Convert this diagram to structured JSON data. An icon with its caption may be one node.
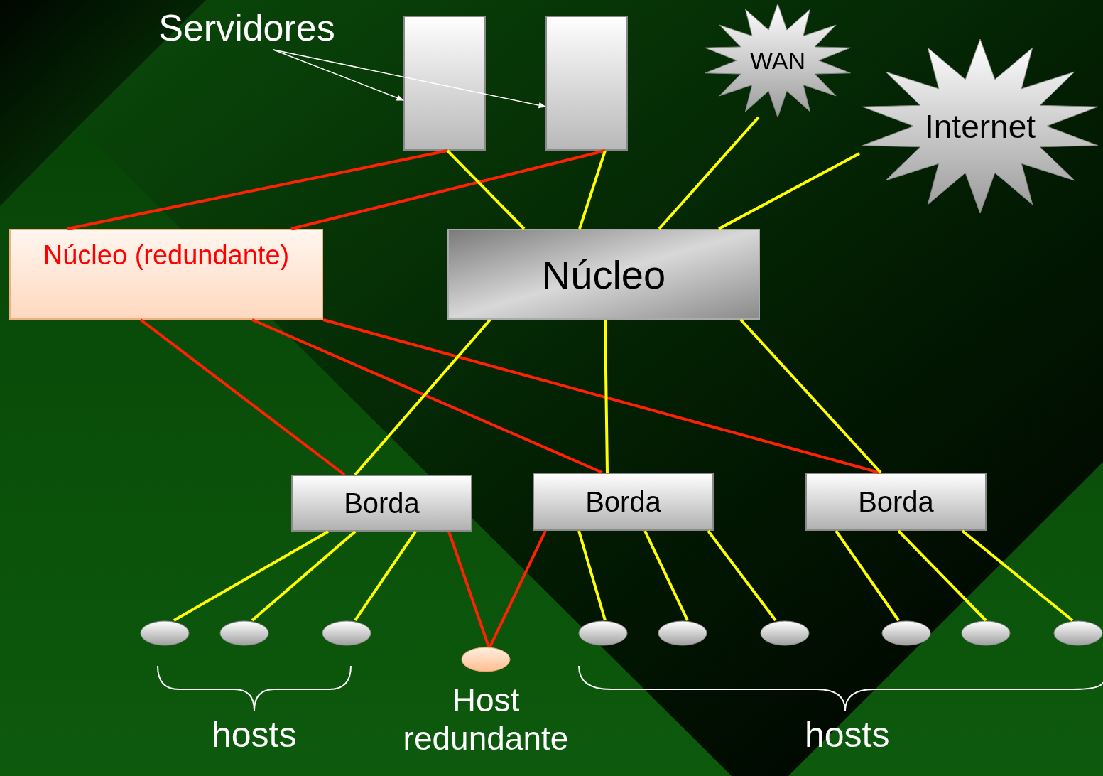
{
  "diagram": {
    "nodes": [
      {
        "text": [
          "Servidores"
        ]
      },
      {
        "text": [],
        "shape": "box"
      },
      {
        "text": [],
        "shape": "box"
      },
      {
        "text": [
          "WAN"
        ]
      },
      {
        "text": [
          "Internet"
        ]
      },
      {
        "text": [
          "Núcleo (redundante)"
        ]
      },
      {
        "text": [
          "Núcleo"
        ]
      },
      {
        "text": [
          "Borda"
        ]
      },
      {
        "text": [
          "Borda"
        ]
      },
      {
        "text": [
          "Borda"
        ]
      },
      {
        "text": [],
        "shape": "ellipse"
      },
      {
        "text": [],
        "shape": "ellipse"
      },
      {
        "text": [],
        "shape": "ellipse"
      },
      {
        "text": [],
        "shape": "ellipse",
        "beside": [
          "Host redundante"
        ]
      },
      {
        "text": [],
        "shape": "ellipse"
      },
      {
        "text": [],
        "shape": "ellipse"
      },
      {
        "text": [],
        "shape": "ellipse"
      },
      {
        "text": [],
        "shape": "ellipse"
      },
      {
        "text": [],
        "shape": "ellipse"
      },
      {
        "text": [],
        "shape": "ellipse"
      }
    ],
    "edges": [
      {
        "from": 0,
        "to": 1,
        "arrow": "to",
        "color": "#ffffff"
      },
      {
        "from": 0,
        "to": 2,
        "arrow": "to",
        "color": "#ffffff"
      },
      {
        "from": 1,
        "to": 5,
        "arrow": "none",
        "color": "#ff2200"
      },
      {
        "from": 2,
        "to": 5,
        "arrow": "none",
        "color": "#ff2200"
      },
      {
        "from": 1,
        "to": 6,
        "arrow": "none"
      },
      {
        "from": 2,
        "to": 6,
        "arrow": "none"
      },
      {
        "from": 3,
        "to": 6,
        "arrow": "none"
      },
      {
        "from": 4,
        "to": 6,
        "arrow": "none"
      },
      {
        "from": 5,
        "to": 7,
        "arrow": "none",
        "color": "#ff2200"
      },
      {
        "from": 5,
        "to": 8,
        "arrow": "none",
        "color": "#ff2200"
      },
      {
        "from": 5,
        "to": 9,
        "arrow": "none",
        "color": "#ff2200"
      },
      {
        "from": 6,
        "to": 7,
        "arrow": "none"
      },
      {
        "from": 6,
        "to": 8,
        "arrow": "none"
      },
      {
        "from": 6,
        "to": 9,
        "arrow": "none"
      },
      {
        "from": 7,
        "to": 10,
        "arrow": "none"
      },
      {
        "from": 7,
        "to": 11,
        "arrow": "none"
      },
      {
        "from": 7,
        "to": 12,
        "arrow": "none"
      },
      {
        "from": 7,
        "to": 13,
        "arrow": "none",
        "color": "#ff2200"
      },
      {
        "from": 8,
        "to": 13,
        "arrow": "none",
        "color": "#ff2200"
      },
      {
        "from": 8,
        "to": 14,
        "arrow": "none"
      },
      {
        "from": 8,
        "to": 15,
        "arrow": "none"
      },
      {
        "from": 8,
        "to": 16,
        "arrow": "none"
      },
      {
        "from": 9,
        "to": 17,
        "arrow": "none"
      },
      {
        "from": 9,
        "to": 18,
        "arrow": "none"
      },
      {
        "from": 9,
        "to": 19,
        "arrow": "none"
      }
    ],
    "labels": [
      "hosts",
      "hosts"
    ]
  }
}
